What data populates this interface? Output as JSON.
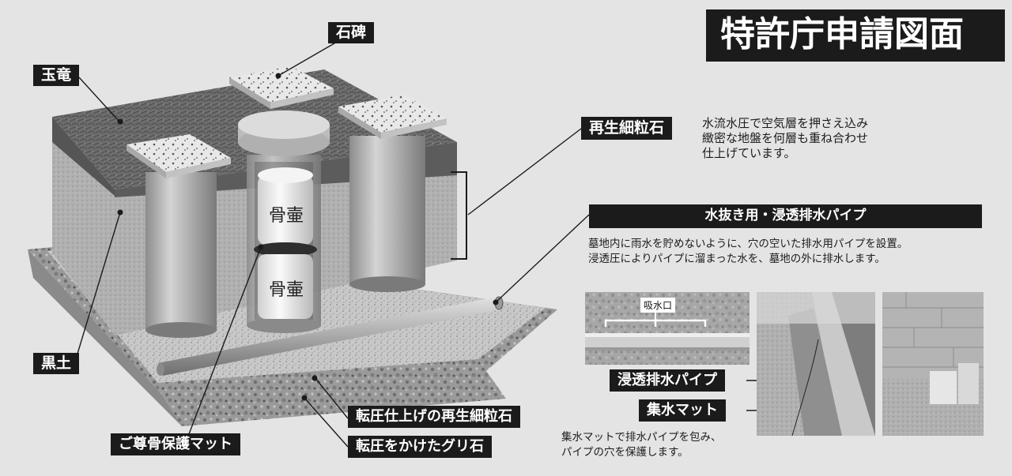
{
  "title": "特許庁申請図面",
  "diagram": {
    "labels": {
      "tamaryu": "玉竜",
      "sekihi": "石碑",
      "kokudo": "黒土",
      "urn_mat": "ご尊骨保護マット",
      "compacted_finish": "転圧仕上げの再生細粒石",
      "compacted_gravel": "転圧をかけたグリ石",
      "recycled_granular": "再生細粒石",
      "drain_pipe": "水抜き用・浸透排水パイプ"
    },
    "urn_upper": "骨壷",
    "urn_lower": "骨壷",
    "recycled_granular_desc": [
      "水流水圧で空気層を押さえ込み",
      "緻密な地盤を何層も重ね合わせ",
      "仕上げています。"
    ],
    "drain_pipe_desc": [
      "墓地内に雨水を貯めないように、穴の空いた排水用パイプを設置。",
      "浸透圧によりパイプに溜まった水を、墓地の外に排水します。"
    ]
  },
  "photos": {
    "intake_label": "吸水口",
    "infiltration_pipe": "浸透排水パイプ",
    "collection_mat": "集水マット",
    "mat_desc": [
      "集水マットで排水パイプを包み、",
      "パイプの穴を保護します。"
    ]
  }
}
